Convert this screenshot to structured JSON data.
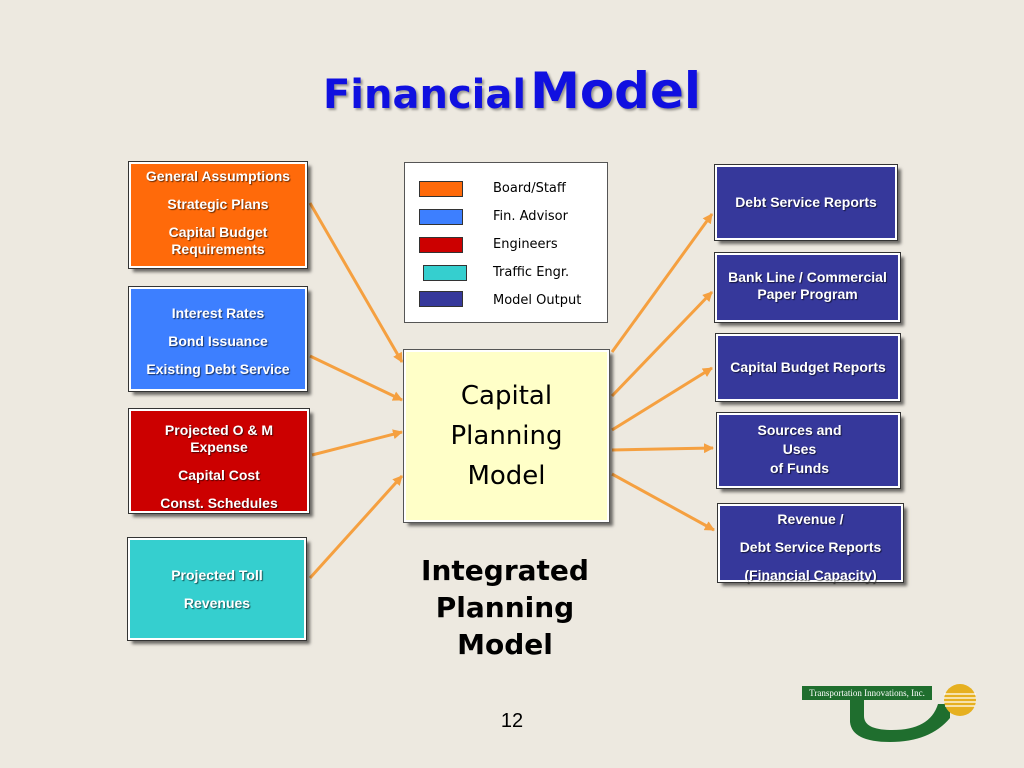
{
  "title": {
    "word1": "Financial",
    "word2": "Model"
  },
  "inputs": [
    {
      "lines": [
        "General Assumptions",
        "Strategic Plans",
        "Capital Budget\nRequirements"
      ]
    },
    {
      "lines": [
        "Interest Rates",
        "Bond Issuance",
        "Existing Debt Service"
      ]
    },
    {
      "lines": [
        "Projected O & M\nExpense",
        "Capital Cost",
        "Const. Schedules"
      ]
    },
    {
      "lines": [
        "Projected Toll",
        "Revenues"
      ]
    }
  ],
  "legend": [
    {
      "label": "Board/Staff",
      "color": "#ff6a0a"
    },
    {
      "label": "Fin. Advisor",
      "color": "#3d7fff"
    },
    {
      "label": "Engineers",
      "color": "#cc0000"
    },
    {
      "label": "Traffic Engr.",
      "color": "#35cfcf"
    },
    {
      "label": "Model Output",
      "color": "#36389b"
    }
  ],
  "center": {
    "lines": [
      "Capital",
      "Planning",
      "Model"
    ]
  },
  "outputs": [
    {
      "lines": [
        "Debt Service Reports"
      ]
    },
    {
      "lines": [
        "Bank Line / Commercial\nPaper Program"
      ]
    },
    {
      "lines": [
        "Capital Budget Reports"
      ]
    },
    {
      "lines": [
        "Sources and\nUses\nof Funds"
      ]
    },
    {
      "lines": [
        "Revenue /",
        "Debt Service Reports",
        "(Financial Capacity)"
      ]
    }
  ],
  "caption": {
    "lines": [
      "Integrated",
      "Planning",
      "Model"
    ]
  },
  "page_number": "12",
  "logo": {
    "company": "Transportation Innovations, Inc."
  },
  "colors": {
    "board_staff": "#ff6a0a",
    "fin_advisor": "#3d7fff",
    "engineers": "#cc0000",
    "traffic_engr": "#35cfcf",
    "model_output": "#36389b",
    "arrow": "#f5a040",
    "title": "#1010e0",
    "center_fill": "#ffffc8"
  }
}
